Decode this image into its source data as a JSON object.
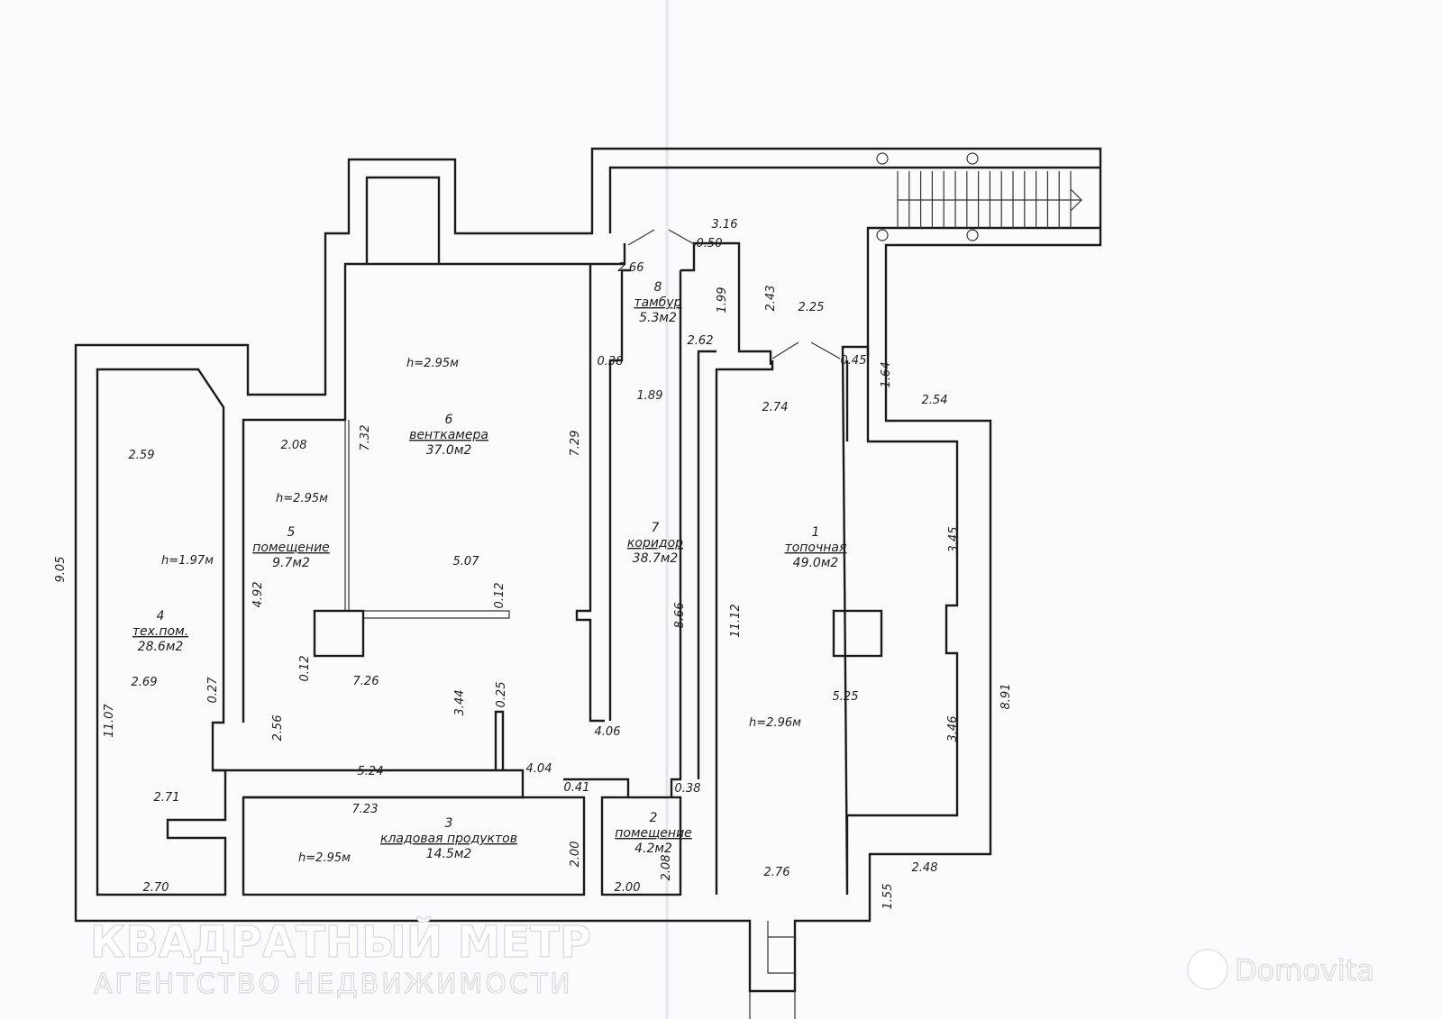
{
  "rooms": [
    {
      "number": "1",
      "name": "топочная",
      "area": "49.0м2",
      "height": "h=2.96м"
    },
    {
      "number": "2",
      "name": "помещение",
      "area": "4.2м2"
    },
    {
      "number": "3",
      "name": "кладовая продуктов",
      "area": "14.5м2",
      "height": "h=2.95м"
    },
    {
      "number": "4",
      "name": "тех.пом.",
      "area": "28.6м2",
      "height": "h=1.97м"
    },
    {
      "number": "5",
      "name": "помещение",
      "area": "9.7м2",
      "height": "h=2.95м"
    },
    {
      "number": "6",
      "name": "венткамера",
      "area": "37.0м2",
      "height": "h=2.95м"
    },
    {
      "number": "7",
      "name": "коридор",
      "area": "38.7м2"
    },
    {
      "number": "8",
      "name": "тамбур",
      "area": "5.3м2"
    }
  ],
  "dimensions_horizontal": [
    "2.59",
    "2.08",
    "5.07",
    "7.26",
    "2.69",
    "2.71",
    "5.24",
    "7.23",
    "4.04",
    "4.06",
    "2.70",
    "2.00",
    "2.76",
    "2.48",
    "5.25",
    "2.74",
    "2.54",
    "2.25",
    "3.16",
    "2.66",
    "2.62",
    "1.89",
    "0.50",
    "0.38",
    "0.45",
    "0.41",
    "0.38"
  ],
  "dimensions_vertical": [
    "9.05",
    "11.07",
    "4.92",
    "7.32",
    "7.29",
    "0.12",
    "0.12",
    "0.27",
    "0.25",
    "3.44",
    "2.56",
    "2.00",
    "2.08",
    "8.66",
    "11.12",
    "1.99",
    "2.43",
    "1.64",
    "3.45",
    "3.46",
    "8.91",
    "1.55"
  ],
  "watermark": {
    "title": "КВАДРАТНЫЙ МЕТР",
    "subtitle": "АГЕНТСТВО НЕДВИЖИМОСТИ",
    "site": "Domovita"
  },
  "colors": {
    "line": "#1b1b1b",
    "paper": "#fbfbfd"
  }
}
